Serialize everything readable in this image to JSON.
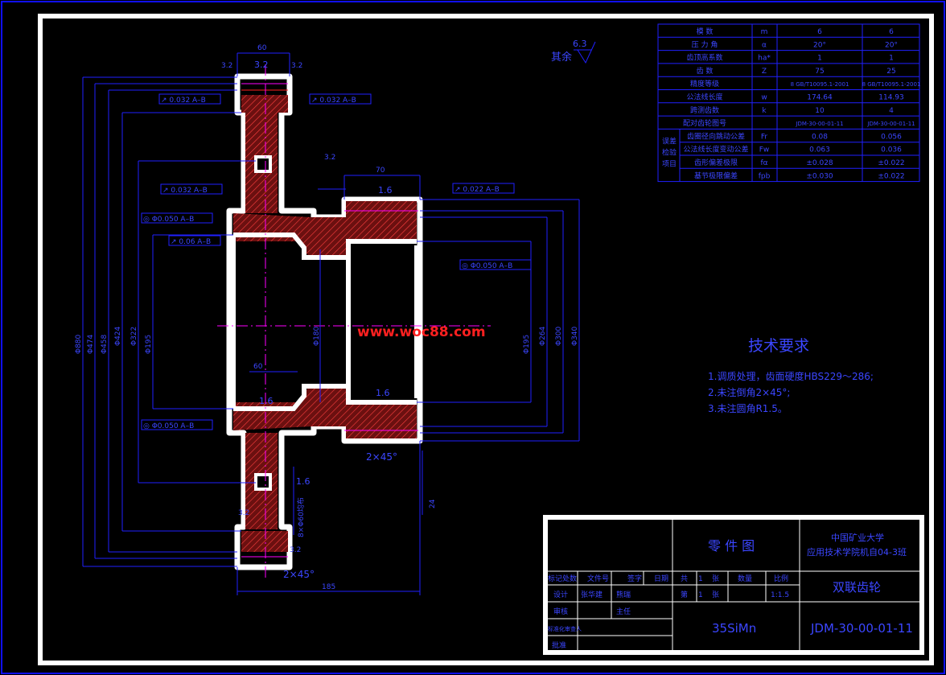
{
  "watermark": "www.woc88.com",
  "surface_finish": {
    "label": "其余",
    "value": "6.3"
  },
  "roughness_marks": [
    "3.2",
    "3.2",
    "1.6",
    "1.6",
    "1.6",
    "1.6",
    "3.2",
    "3.2"
  ],
  "dimensions": {
    "top_width": "60",
    "top_left": "3.2",
    "top_right": "3.2",
    "hub_width": "70",
    "total_length": "185",
    "chamfer_bottom_right": "2×45°",
    "chamfer_bottom_left": "2×45°",
    "left_dia_1": "Φ880",
    "left_dia_2": "Φ474",
    "left_dia_3": "Φ458",
    "left_dia_4": "Φ424",
    "left_dia_5": "Φ322",
    "left_dia_6": "Φ195",
    "bore_dia": "Φ180",
    "right_dia_1": "Φ195",
    "right_dia_2": "Φ264",
    "right_dia_3": "Φ300",
    "right_dia_4": "Φ340",
    "hole_spec": "8×Φ60均布",
    "inner_width": "60",
    "right_vertical": "24"
  },
  "tolerances": [
    {
      "sym": "↗",
      "val": "0.032",
      "ref": "A–B"
    },
    {
      "sym": "↗",
      "val": "0.032",
      "ref": "A–B"
    },
    {
      "sym": "↗",
      "val": "0.032",
      "ref": "A–B"
    },
    {
      "sym": "↗",
      "val": "0.022",
      "ref": "A–B"
    },
    {
      "sym": "◎",
      "val": "Φ0.050",
      "ref": "A–B"
    },
    {
      "sym": "↗",
      "val": "0.06",
      "ref": "A–B"
    },
    {
      "sym": "◎",
      "val": "Φ0.050",
      "ref": "A–B"
    },
    {
      "sym": "◎",
      "val": "Φ0.050",
      "ref": "A–B"
    }
  ],
  "params_table": {
    "rows": [
      [
        "模 数",
        "m",
        "6",
        "6"
      ],
      [
        "压 力 角",
        "α",
        "20°",
        "20°"
      ],
      [
        "齿顶高系数",
        "ha*",
        "1",
        "1"
      ],
      [
        "齿 数",
        "Z",
        "75",
        "25"
      ],
      [
        "精度等级",
        "",
        "8 GB/T10095.1-2001",
        "8 GB/T10095.1-2001"
      ],
      [
        "公法线长度",
        "w",
        "174.64",
        "114.93"
      ],
      [
        "跨测齿数",
        "k",
        "10",
        "4"
      ],
      [
        "配对齿轮图号",
        "",
        "JDM-30-00-01-11",
        "JDM-30-00-01-11"
      ]
    ],
    "group_label": "误差检验项目",
    "group_rows": [
      [
        "齿圈径向跳动公差",
        "Fr",
        "0.08",
        "0.056"
      ],
      [
        "公法线长度变动公差",
        "Fw",
        "0.063",
        "0.036"
      ],
      [
        "齿形偏差极限",
        "fα",
        "±0.028",
        "±0.022"
      ],
      [
        "基节极限偏差",
        "fpb",
        "±0.030",
        "±0.022"
      ]
    ]
  },
  "tech_requirements": {
    "title": "技术要求",
    "items": [
      "1.调质处理，齿面硬度HBS229～286;",
      "2.未注倒角2×45°;",
      "3.未注圆角R1.5。"
    ]
  },
  "title_block": {
    "drawing_type": "零 件 图",
    "school_line1": "中国矿业大学",
    "school_line2": "应用技术学院机自04-3班",
    "part_name": "双联齿轮",
    "material": "35SiMn",
    "drawing_no": "JDM-30-00-01-11",
    "labels": {
      "mark": "标记处数",
      "file": "文件号",
      "sign": "签字",
      "date": "日期",
      "total": "共",
      "total_n": "1",
      "sheet_word": "张",
      "qty": "数量",
      "scale": "比例",
      "page": "第",
      "page_n": "1",
      "scale_val": "1:1.5",
      "design": "设计",
      "designer": "张华建",
      "review_name": "熊瑞",
      "audit": "审核",
      "chief": "主任",
      "approve": "标准化审查人",
      "approve2": "批准"
    }
  },
  "colors": {
    "frame": "#ffffff",
    "line_blue": "#2020ff",
    "section_hatch": "#b03030",
    "center_magenta": "#ff00ff",
    "text_yellow": "#ffff00"
  }
}
